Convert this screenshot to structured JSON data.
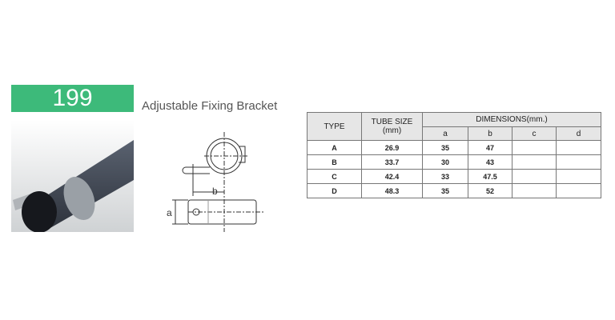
{
  "product": {
    "code": "199",
    "name": "Adjustable Fixing Bracket"
  },
  "drawing": {
    "label_a": "a",
    "label_b": "b"
  },
  "table": {
    "headers": {
      "type": "TYPE",
      "tube_size": "TUBE SIZE",
      "tube_unit": "(mm)",
      "dimensions": "DIMENSIONS(mm.)",
      "cols": [
        "a",
        "b",
        "c",
        "d"
      ]
    },
    "rows": [
      {
        "type": "A",
        "tube": "26.9",
        "a": "35",
        "b": "47",
        "c": "",
        "d": ""
      },
      {
        "type": "B",
        "tube": "33.7",
        "a": "30",
        "b": "43",
        "c": "",
        "d": ""
      },
      {
        "type": "C",
        "tube": "42.4",
        "a": "33",
        "b": "47.5",
        "c": "",
        "d": ""
      },
      {
        "type": "D",
        "tube": "48.3",
        "a": "35",
        "b": "52",
        "c": "",
        "d": ""
      }
    ]
  }
}
